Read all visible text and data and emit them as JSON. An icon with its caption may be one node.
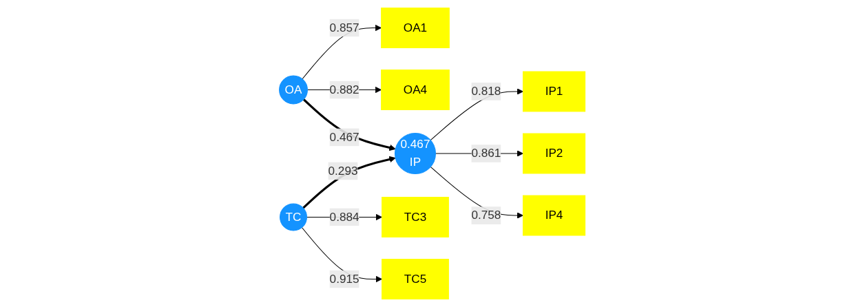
{
  "diagram": {
    "nodes": [
      {
        "text": [
          "OA1"
        ]
      },
      {
        "text": [
          "OA4"
        ]
      },
      {
        "text": [
          "OA"
        ]
      },
      {
        "text": [
          "0.467",
          "IP"
        ]
      },
      {
        "text": [
          "IP1"
        ]
      },
      {
        "text": [
          "IP2"
        ]
      },
      {
        "text": [
          "IP4"
        ]
      },
      {
        "text": [
          "TC"
        ]
      },
      {
        "text": [
          "TC3"
        ]
      },
      {
        "text": [
          "TC5"
        ]
      }
    ],
    "edges": [
      {
        "from": 2,
        "to": 0,
        "arrow": "to",
        "label": "0.857"
      },
      {
        "from": 2,
        "to": 1,
        "arrow": "to",
        "label": "0.882"
      },
      {
        "from": 2,
        "to": 3,
        "arrow": "to",
        "label": "0.467",
        "style": "thick"
      },
      {
        "from": 7,
        "to": 3,
        "arrow": "to",
        "label": "0.293",
        "style": "thick"
      },
      {
        "from": 3,
        "to": 4,
        "arrow": "to",
        "label": "0.818"
      },
      {
        "from": 3,
        "to": 5,
        "arrow": "to",
        "label": "0.861"
      },
      {
        "from": 3,
        "to": 6,
        "arrow": "to",
        "label": "0.758"
      },
      {
        "from": 7,
        "to": 8,
        "arrow": "to",
        "label": "0.884"
      },
      {
        "from": 7,
        "to": 9,
        "arrow": "to",
        "label": "0.915"
      }
    ]
  }
}
